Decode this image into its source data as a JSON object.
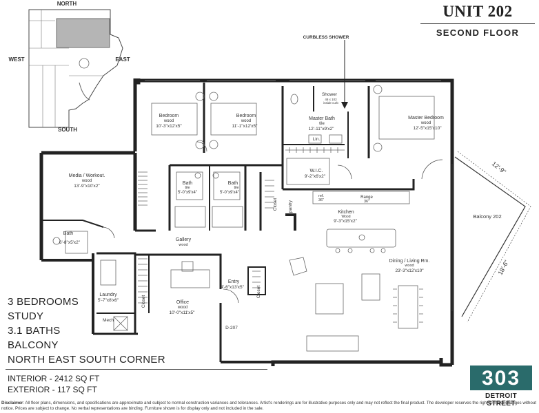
{
  "title": {
    "unit": "UNIT 202",
    "floor": "SECOND FLOOR"
  },
  "compass": {
    "north": "NORTH",
    "south": "SOUTH",
    "east": "EAST",
    "west": "WEST"
  },
  "callouts": {
    "curbless_shower": "CURBLESS SHOWER"
  },
  "rooms": {
    "bedroom1": {
      "name": "Bedroom",
      "finish": "wood",
      "size": "10'-3\"x12'x5\""
    },
    "bedroom2": {
      "name": "Bedroom",
      "finish": "wood",
      "size": "11'-1\"x12'x5\""
    },
    "shower": {
      "name": "Shower",
      "note1": "48 x 102",
      "note2": "inside curb"
    },
    "master_bath": {
      "name": "Master Bath",
      "finish": "tile",
      "size": "12'-11\"x9'x2\""
    },
    "master_bedroom": {
      "name": "Master Bedroom",
      "finish": "wood",
      "size": "12'-5\"x15'x10\""
    },
    "lin": {
      "name": "Lin."
    },
    "wic": {
      "name": "W.I.C.",
      "size": "9'-2\"x6'x2\""
    },
    "media": {
      "name": "Media / Workout.",
      "finish": "wood",
      "size": "13'-9\"x10'x2\""
    },
    "bath_a": {
      "name": "Bath",
      "finish": "tile",
      "size": "5'-0\"x9'x4\""
    },
    "bath_b": {
      "name": "Bath",
      "finish": "tile",
      "size": "5'-0\"x9'x4\""
    },
    "closet1": {
      "name": "Closet"
    },
    "pantry": {
      "name": "pantry"
    },
    "ref": {
      "name": "ref.",
      "size": "36\""
    },
    "range": {
      "name": "Range",
      "size": "36\""
    },
    "kitchen": {
      "name": "Kitchen",
      "finish": "Wood",
      "size": "9'-3\"x15'x2\""
    },
    "balcony": {
      "name": "Balcony 202",
      "dim1": "12'-9\"",
      "dim2": "18'-6\""
    },
    "bath_c": {
      "name": "Bath",
      "size": "6'-8\"x5'x2\""
    },
    "gallery": {
      "name": "Gallery",
      "finish": "wood"
    },
    "dining": {
      "name": "Dining / Living Rm.",
      "finish": "wood",
      "size": "23'-3\"x12'x10\""
    },
    "laundry": {
      "name": "Laundry",
      "size": "5'-7\"x8'x6\""
    },
    "closet2": {
      "name": "Closet"
    },
    "office": {
      "name": "Office",
      "finish": "wood",
      "size": "10'-0\"x11'x5\""
    },
    "entry": {
      "name": "Entry",
      "size": "4'-6\"x13'x5\""
    },
    "closet3": {
      "name": "Closet"
    },
    "mech": {
      "name": "Mech"
    },
    "door": {
      "name": "D-207"
    }
  },
  "features": [
    "3 BEDROOMS",
    "STUDY",
    "3.1 BATHS",
    "BALCONY",
    "NORTH EAST SOUTH CORNER"
  ],
  "areas": {
    "interior": "INTERIOR - 2412 SQ FT",
    "exterior": "EXTERIOR - 117 SQ FT"
  },
  "logo": {
    "number": "303",
    "street": "DETROIT STREET"
  },
  "disclaimer": {
    "label": "Disclaimer",
    "text": ": All floor plans, dimensions, and specifications are approximate and subject to normal construction variances and tolerances. Artist's renderings are for illustrative purposes only and may not reflect the final product. The developer reserves the right to make changes without notice. Prices are subject to change. No verbal representations are binding. Furniture shown is for display only and not included in the sale."
  },
  "colors": {
    "wall": "#222222",
    "logo_teal": "#2a6b6b",
    "highlight": "#b5b5b5"
  }
}
